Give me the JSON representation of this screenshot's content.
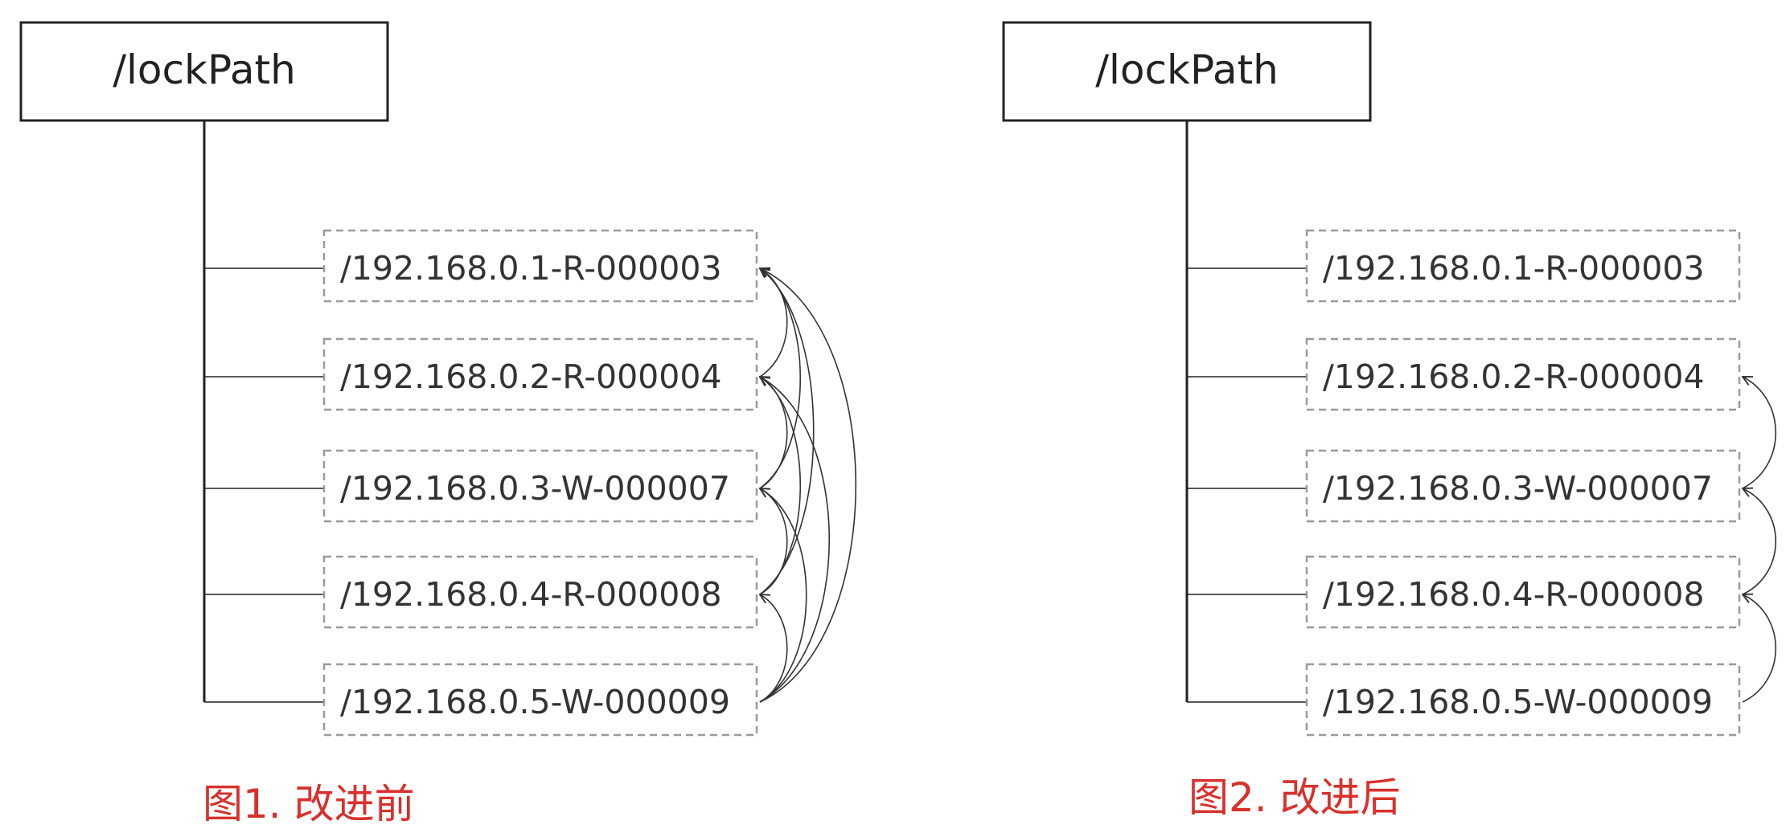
{
  "colors": {
    "tree_line": "#222222",
    "node_border": "#9a9a9a",
    "arrow": "#333333",
    "caption": "#d9302c"
  },
  "figures": [
    {
      "root": "/lockPath",
      "nodes": [
        "/192.168.0.1-R-000003",
        "/192.168.0.2-R-000004",
        "/192.168.0.3-W-000007",
        "/192.168.0.4-R-000008",
        "/192.168.0.5-W-000009"
      ],
      "watch_edges": [
        [
          1,
          0
        ],
        [
          2,
          0
        ],
        [
          2,
          1
        ],
        [
          3,
          0
        ],
        [
          3,
          1
        ],
        [
          3,
          2
        ],
        [
          4,
          0
        ],
        [
          4,
          1
        ],
        [
          4,
          2
        ],
        [
          4,
          3
        ]
      ],
      "caption": "图1. 改进前"
    },
    {
      "root": "/lockPath",
      "nodes": [
        "/192.168.0.1-R-000003",
        "/192.168.0.2-R-000004",
        "/192.168.0.3-W-000007",
        "/192.168.0.4-R-000008",
        "/192.168.0.5-W-000009"
      ],
      "watch_edges": [
        [
          2,
          1
        ],
        [
          3,
          2
        ],
        [
          4,
          3
        ]
      ],
      "caption": "图2. 改进后"
    }
  ]
}
